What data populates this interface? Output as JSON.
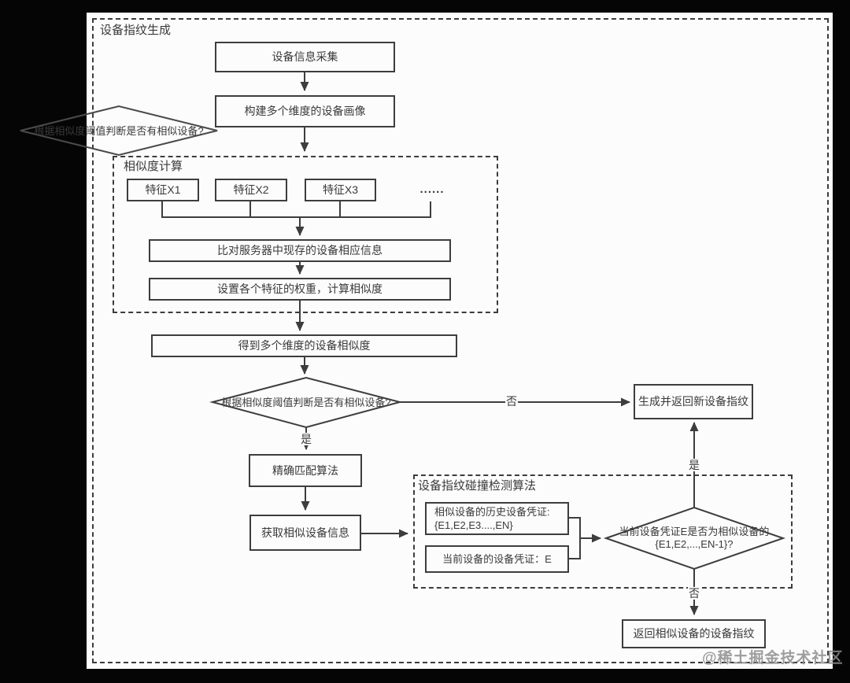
{
  "page": {
    "container_label": "设备指纹生成",
    "watermark": "@稀土掘金技术社区"
  },
  "groups": {
    "similarity_label": "相似度计算",
    "collision_label": "设备指纹碰撞检测算法"
  },
  "nodes": {
    "collect": "设备信息采集",
    "profile": "构建多个维度的设备画像",
    "stray_diamond": "根据相似度阈值判断是否有相似设备?",
    "feature1": "特征X1",
    "feature2": "特征X2",
    "feature3": "特征X3",
    "ellipsis": "......",
    "compare": "比对服务器中现存的设备相应信息",
    "weights": "设置各个特征的权重，计算相似度",
    "similarity_result": "得到多个维度的设备相似度",
    "threshold_diamond": "根据相似度阈值判断是否有相似设备?",
    "new_fingerprint": "生成并返回新设备指纹",
    "exact_match": "精确匹配算法",
    "get_similar": "获取相似设备信息",
    "history_line1": "相似设备的历史设备凭证:",
    "history_line2": "{E1,E2,E3....,EN}",
    "current_credential": "当前设备的设备凭证：E",
    "collision_line1": "当前设备凭证E是否为相似设备的",
    "collision_line2": "{E1,E2,...,EN-1}?",
    "return_similar": "返回相似设备的设备指纹"
  },
  "branch_labels": {
    "threshold_no": "否",
    "threshold_yes": "是",
    "collision_yes": "是",
    "collision_no": "否"
  },
  "colors": {
    "frame": "#050505",
    "canvas": "#fcfcfc",
    "line": "#3d3d3d",
    "text": "#3a3a3a",
    "watermark": "#8c8c8c"
  }
}
